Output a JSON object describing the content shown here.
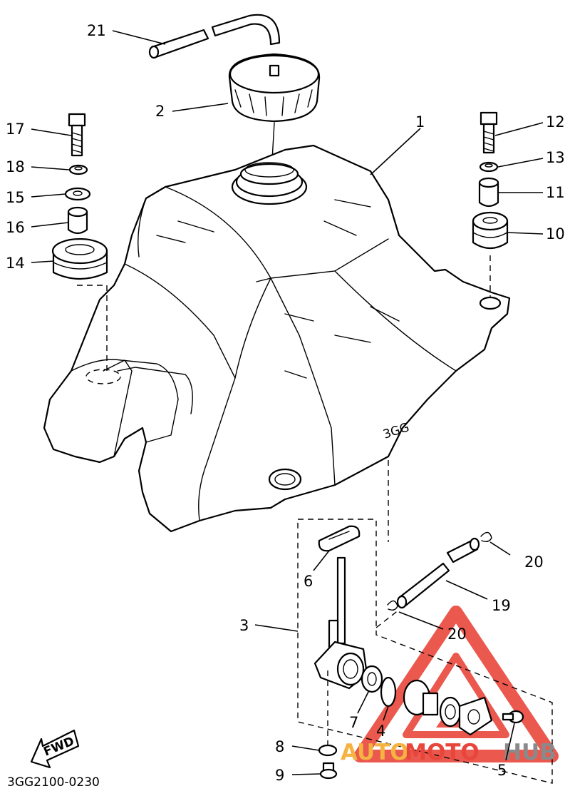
{
  "diagram": {
    "code": "3GG2100-0230",
    "direction_label": "FWD",
    "callouts": [
      "1",
      "2",
      "3",
      "4",
      "5",
      "6",
      "7",
      "8",
      "9",
      "10",
      "11",
      "12",
      "13",
      "14",
      "15",
      "16",
      "17",
      "18",
      "19",
      "20",
      "20",
      "21"
    ]
  },
  "watermark": {
    "word_a": "AUTO",
    "word_b": "MOTO",
    "word_c": "HUB",
    "colors": {
      "red": "#e8463b",
      "orange": "#f5b342",
      "gray": "#8a8a8a"
    }
  }
}
